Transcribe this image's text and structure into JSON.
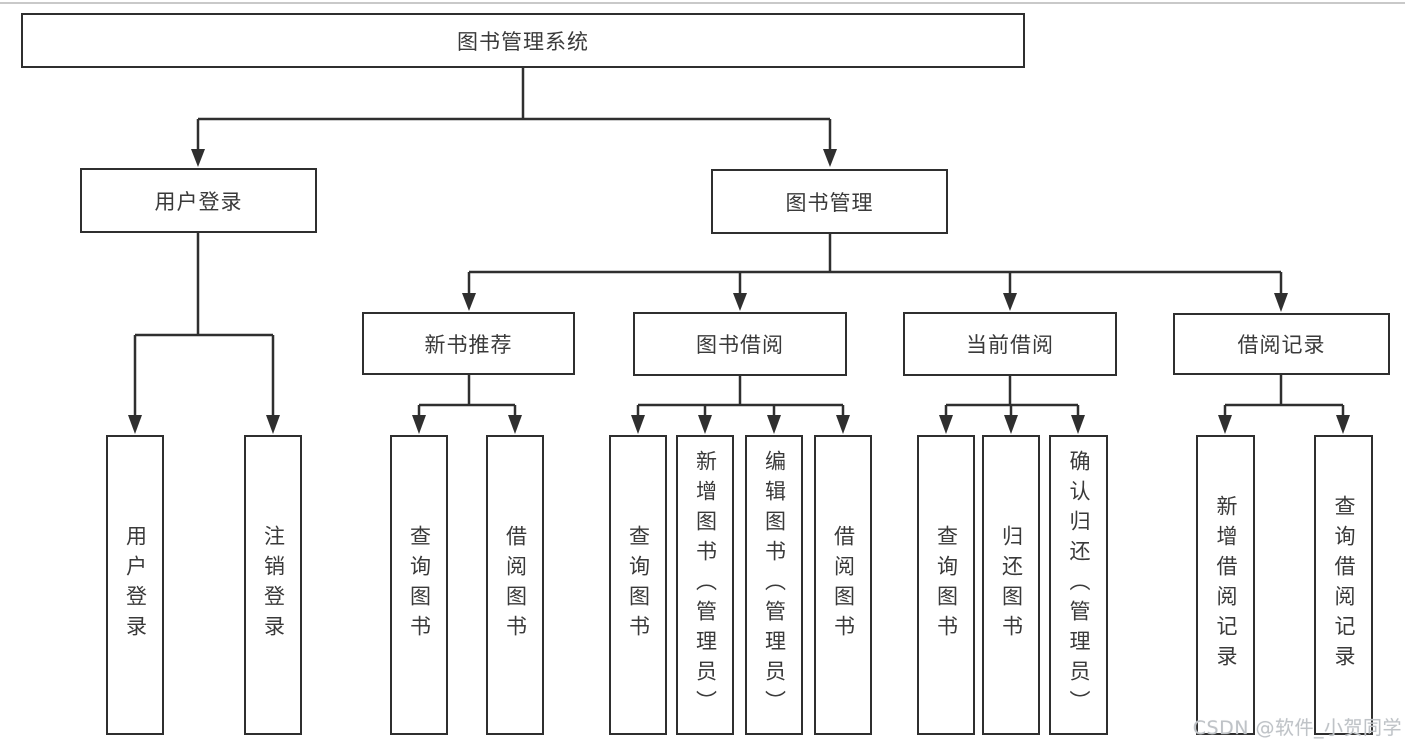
{
  "diagram": {
    "root": {
      "label": "图书管理系统"
    },
    "level2": {
      "user_login": {
        "label": "用户登录"
      },
      "book_management": {
        "label": "图书管理"
      }
    },
    "level3": {
      "new_book_recommend": {
        "label": "新书推荐"
      },
      "book_borrow": {
        "label": "图书借阅"
      },
      "current_borrow": {
        "label": "当前借阅"
      },
      "borrow_record": {
        "label": "借阅记录"
      }
    },
    "leaves": {
      "user_login": [
        "用户登录",
        "注销登录"
      ],
      "new_book_recommend": [
        "查询图书",
        "借阅图书"
      ],
      "book_borrow": [
        "查询图书",
        "新增图书（管理员）",
        "编辑图书（管理员）",
        "借阅图书"
      ],
      "current_borrow": [
        "查询图书",
        "归还图书",
        "确认归还（管理员）"
      ],
      "borrow_record": [
        "新增借阅记录",
        "查询借阅记录"
      ]
    }
  },
  "watermark": "CSDN @软件_小贺同学",
  "colors": {
    "line": "#2f2f2f",
    "text": "#3a3a3a",
    "background": "#ffffff",
    "watermark": "#bfc3c7"
  }
}
